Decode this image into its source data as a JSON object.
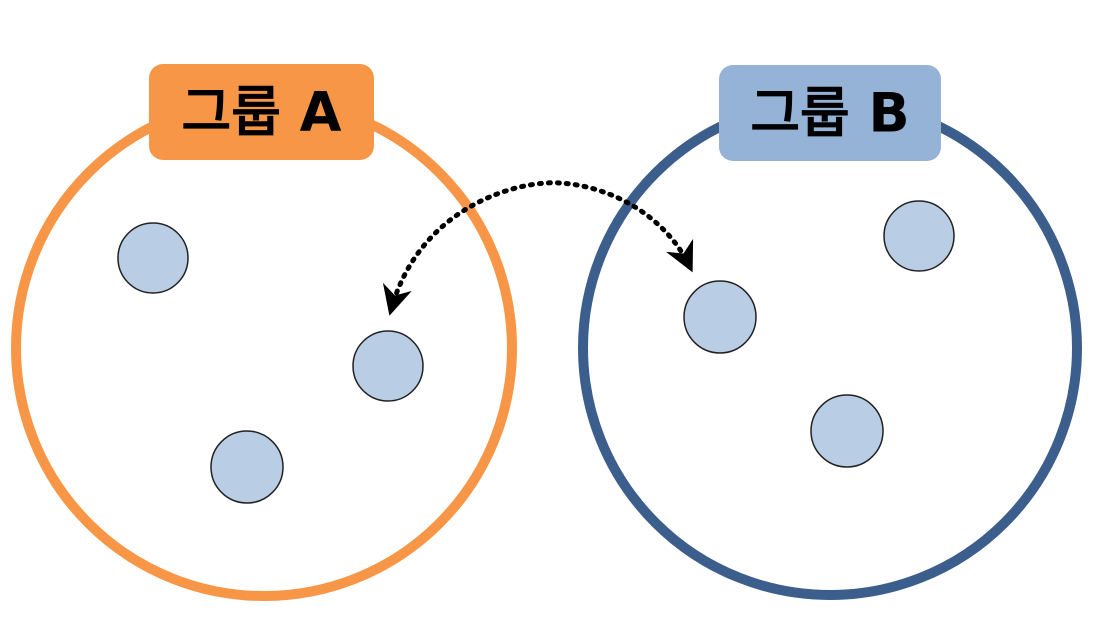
{
  "groups": [
    {
      "label": "그룹 A",
      "ring_color": "#F79646",
      "label_bg": "#F79646"
    },
    {
      "label": "그룹 B",
      "ring_color": "#3C5E8C",
      "label_bg": "#95B3D7"
    }
  ],
  "member_style": {
    "fill": "#B9CDE5",
    "stroke": "#222222"
  },
  "connector": {
    "style": "dotted",
    "direction": "bidirectional",
    "color": "#000000"
  }
}
